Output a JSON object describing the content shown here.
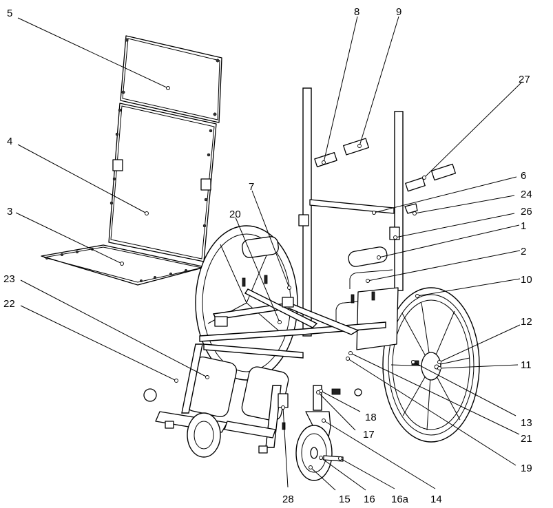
{
  "diagram": {
    "type": "exploded-parts-view",
    "callouts": [
      "5",
      "8",
      "9",
      "27",
      "4",
      "7",
      "6",
      "24",
      "3",
      "20",
      "26",
      "1",
      "2",
      "23",
      "10",
      "22",
      "12",
      "11",
      "13",
      "18",
      "17",
      "21",
      "19",
      "28",
      "15",
      "16",
      "16a",
      "14"
    ]
  }
}
